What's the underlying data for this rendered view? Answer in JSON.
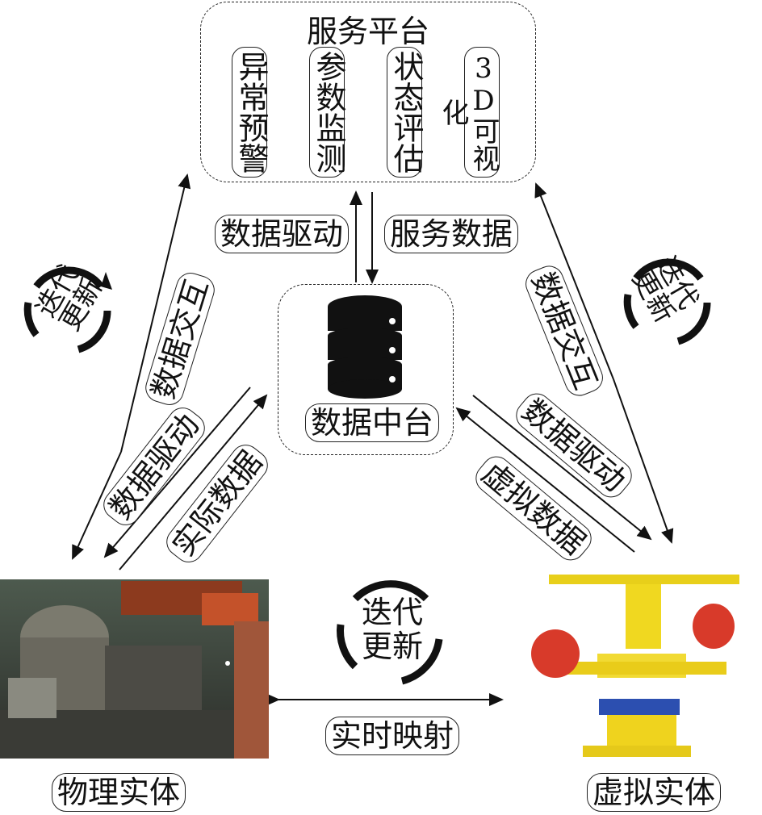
{
  "service_platform": {
    "title": "服务平台",
    "items": [
      "异常预警",
      "参数监测",
      "状态评估",
      "3D可视化"
    ]
  },
  "data_center": {
    "label": "数据中台"
  },
  "flows": {
    "data_driven_top": "数据驱动",
    "service_data": "服务数据",
    "left_interaction": "数据交互",
    "left_data_driven": "数据驱动",
    "left_actual_data": "实际数据",
    "right_interaction": "数据交互",
    "right_data_driven": "数据驱动",
    "right_virtual_data": "虚拟数据",
    "realtime_mapping": "实时映射"
  },
  "iteration": {
    "line1": "迭代",
    "line2": "更新"
  },
  "entities": {
    "physical": "物理实体",
    "virtual": "虚拟实体"
  }
}
